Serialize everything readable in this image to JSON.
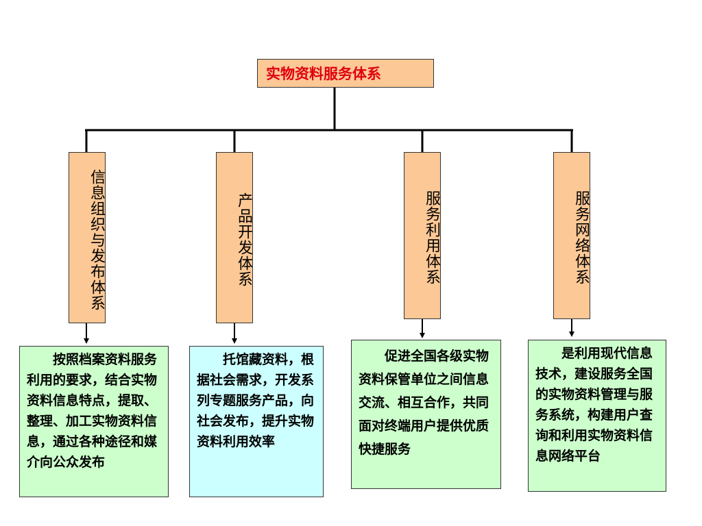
{
  "title": "实物资料服务体系",
  "colors": {
    "title_box": "#fcc896",
    "title_text": "#e0000f",
    "sub_box": "#fcc896",
    "desc_green": "#ccffcc",
    "desc_cyan": "#ccffff",
    "lines": "#000000"
  },
  "systems": [
    {
      "label": "信息组织与发布体系",
      "description": "按照档案资料服务利用的要求，结合实物资料信息特点，提取、整理、加工实物资料信息，通过各种途径和媒介向公众发布"
    },
    {
      "label": "产品开发体系",
      "description": "托馆藏资料，根据社会需求，开发系列专题服务产品，向社会发布，提升实物资料利用效率"
    },
    {
      "label": "服务利用体系",
      "description": "促进全国各级实物资料保管单位之间信息交流、相互合作，共同面对终端用户提供优质快捷服务"
    },
    {
      "label": "服务网络体系",
      "description": "是利用现代信息技术，建设服务全国的实物资料管理与服务系统，构建用户查询和利用实物资料信息网络平台"
    }
  ]
}
